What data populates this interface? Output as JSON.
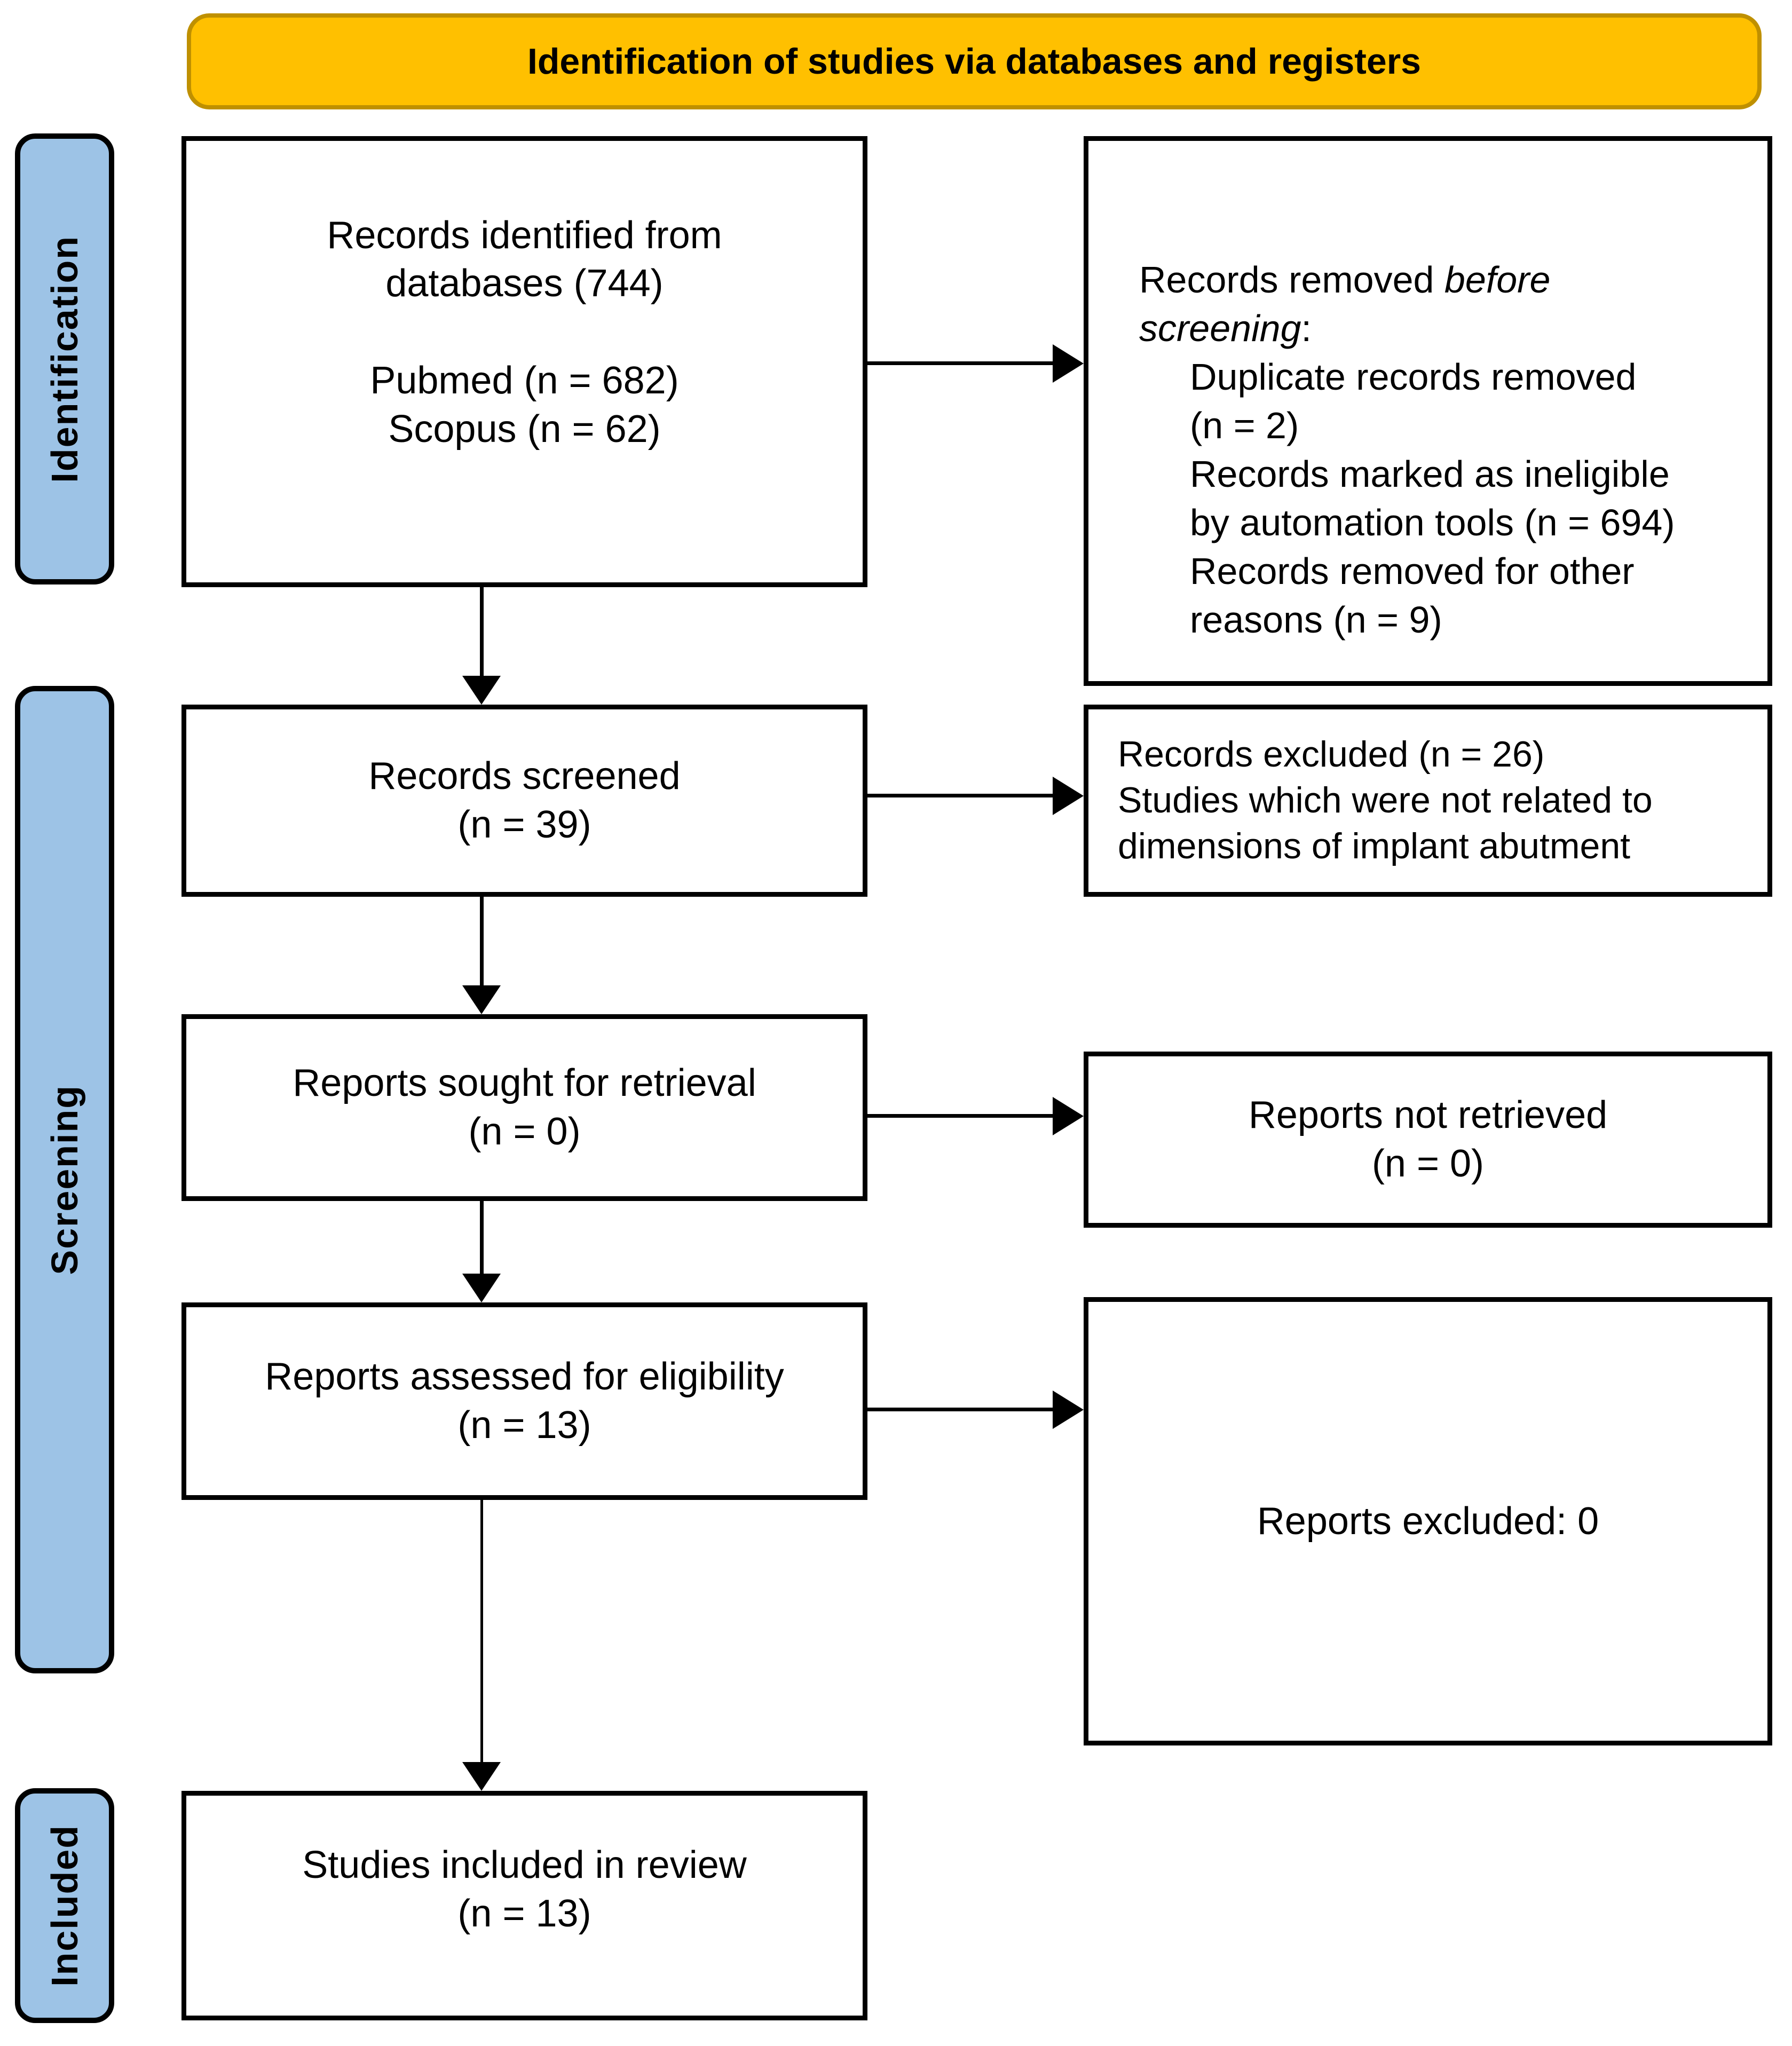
{
  "title_banner": {
    "label": "Identification of studies via databases and registers"
  },
  "stage_labels": {
    "identification": "Identification",
    "screening": "Screening",
    "included": "Included"
  },
  "flow_boxes": {
    "records_identified": {
      "text": "Records identified from\ndatabases (744)\n\nPubmed (n = 682)\nScopus (n = 62)"
    },
    "records_screened": {
      "text": "Records screened\n(n = 39)"
    },
    "reports_sought": {
      "text": "Reports sought for retrieval\n(n = 0)"
    },
    "reports_assessed": {
      "text": "Reports assessed for eligibility\n(n = 13)"
    },
    "studies_included": {
      "text": "Studies included in review\n(n = 13)"
    }
  },
  "side_boxes": {
    "records_removed": {
      "prefix": "Records removed ",
      "italic_line1": "before",
      "italic_line2": "screening",
      "suffix": ":",
      "items": [
        "Duplicate records removed\n(n = 2)",
        "Records marked as ineligible\nby automation tools (n = 694)",
        "Records removed for other\nreasons (n = 9)"
      ]
    },
    "records_excluded": {
      "text": "Records excluded (n = 26)\nStudies which were not related to\ndimensions of implant abutment"
    },
    "reports_not_retrieved": {
      "text": "Reports not retrieved\n(n = 0)"
    },
    "reports_excluded": {
      "text": "Reports excluded: 0"
    }
  },
  "colors": {
    "banner_fill": "#FFC000",
    "banner_border": "#BF9000",
    "stage_fill": "#9DC3E6",
    "box_border": "#000000",
    "background": "#FFFFFF"
  }
}
